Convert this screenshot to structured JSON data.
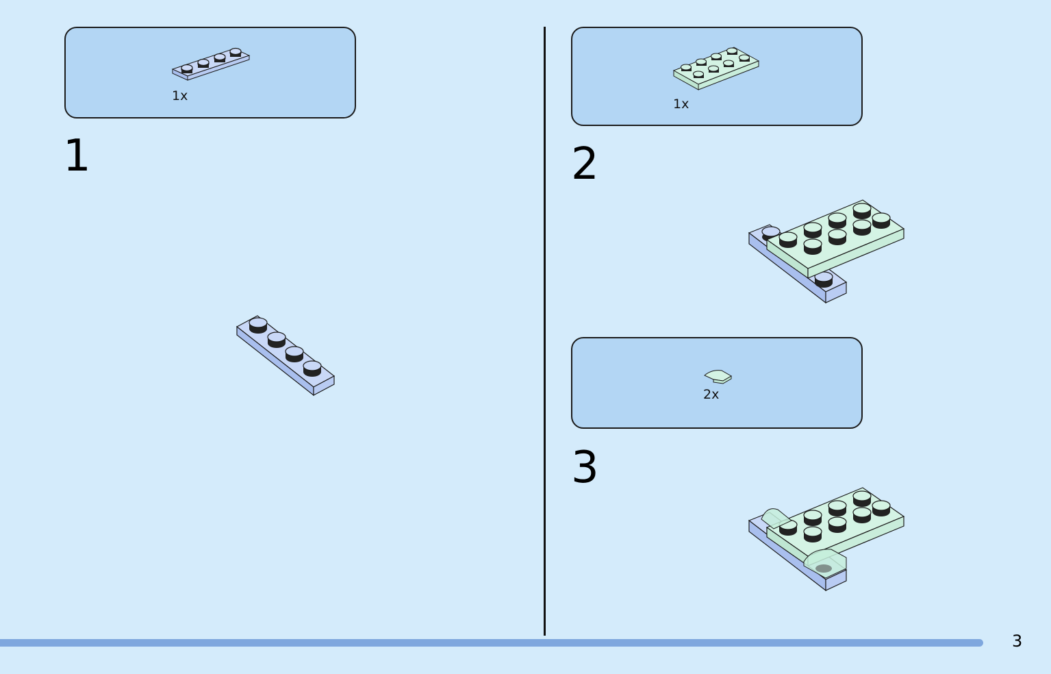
{
  "steps": [
    {
      "number": "1",
      "parts": [
        {
          "qty": "1x"
        }
      ]
    },
    {
      "number": "2",
      "parts": [
        {
          "qty": "1x"
        }
      ]
    },
    {
      "number": "3",
      "parts": [
        {
          "qty": "2x"
        }
      ]
    }
  ],
  "page_number": "3",
  "colors": {
    "background": "#d4ebfb",
    "parts_box": "#b3d6f4",
    "brick_blue": "#b3c9f2",
    "brick_green": "#d4f3e4",
    "progress_bar": "#7fa7de"
  },
  "icons": [
    "plate-1x4-icon",
    "plate-2x4-icon",
    "tile-round-corner-icon"
  ]
}
